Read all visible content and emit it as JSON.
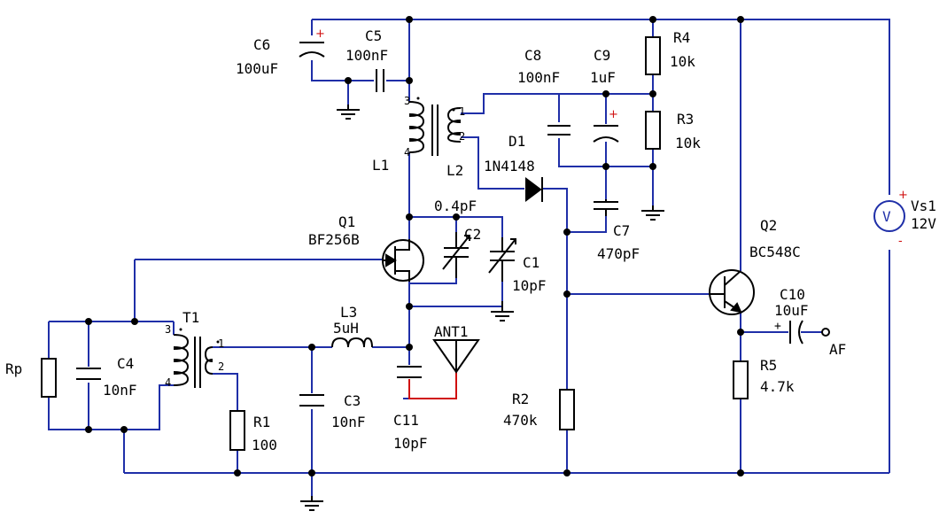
{
  "components": {
    "c6": {
      "ref": "C6",
      "value": "100uF"
    },
    "c5": {
      "ref": "C5",
      "value": "100nF"
    },
    "c8": {
      "ref": "C8",
      "value": "100nF"
    },
    "c9": {
      "ref": "C9",
      "value": "1uF"
    },
    "r4": {
      "ref": "R4",
      "value": "10k"
    },
    "r3": {
      "ref": "R3",
      "value": "10k"
    },
    "d1": {
      "ref": "D1",
      "value": "1N4148"
    },
    "l1": {
      "ref": "L1"
    },
    "l2": {
      "ref": "L2"
    },
    "c7": {
      "ref": "C7",
      "value": "470pF"
    },
    "q1": {
      "ref": "Q1",
      "value": "BF256B"
    },
    "c2": {
      "ref": "C2",
      "value": "0.4pF"
    },
    "c1": {
      "ref": "C1",
      "value": "10pF"
    },
    "q2": {
      "ref": "Q2",
      "value": "BC548C"
    },
    "c10": {
      "ref": "C10",
      "value": "10uF"
    },
    "af": {
      "ref": "AF"
    },
    "vs1": {
      "ref": "Vs1",
      "value": "12V",
      "symbol": "V"
    },
    "r5": {
      "ref": "R5",
      "value": "4.7k"
    },
    "t1": {
      "ref": "T1"
    },
    "l3": {
      "ref": "L3",
      "value": "5uH"
    },
    "ant1": {
      "ref": "ANT1"
    },
    "rp": {
      "ref": "Rp"
    },
    "c4": {
      "ref": "C4",
      "value": "10nF"
    },
    "c3": {
      "ref": "C3",
      "value": "10nF"
    },
    "c11": {
      "ref": "C11",
      "value": "10pF"
    },
    "r1": {
      "ref": "R1",
      "value": "100"
    },
    "r2": {
      "ref": "R2",
      "value": "470k"
    }
  },
  "pins": {
    "p1": "1",
    "p2": "2",
    "p3": "3",
    "p4": "4",
    "plus": "+",
    "minus": "-"
  },
  "colors": {
    "wire": "#1f2fa8",
    "antenna_wire": "#d01010",
    "component": "#000000",
    "polarity": "#d01010"
  }
}
